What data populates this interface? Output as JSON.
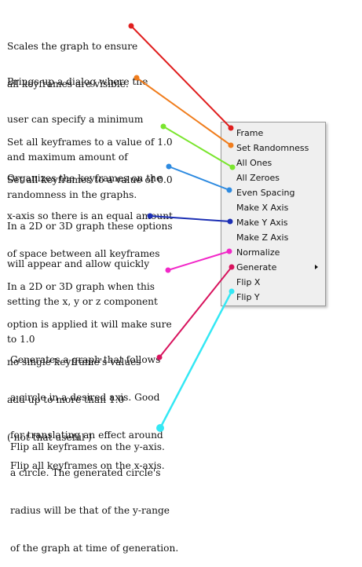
{
  "colors": {
    "red": "#e01f1f",
    "orange": "#f07d1d",
    "green": "#7ae52e",
    "blue": "#2d8ae0",
    "navy": "#1c2fb4",
    "magenta": "#f228c8",
    "crimson": "#d8145e",
    "cyan": "#34e8f4"
  },
  "annotations": [
    {
      "id": "frame",
      "lines": [
        "Scales the graph to ensure",
        "all keyframes are visible."
      ]
    },
    {
      "id": "set-randomness",
      "lines": [
        "Brings up a dialog where the",
        "user can specify a minimum",
        "and maximum amount of",
        "randomness in the graphs."
      ]
    },
    {
      "id": "all-ones-zeroes",
      "lines": [
        "Set all keyframes to a value of 1.0",
        "Set all keyframes to a value of 0.0"
      ]
    },
    {
      "id": "even-spacing",
      "lines": [
        "Organizes the keyframes on the",
        "x-axis so there is an equal amount",
        "of space between all keyframes"
      ]
    },
    {
      "id": "make-axis",
      "lines": [
        "In a 2D or 3D graph these options",
        "will appear and allow quickly",
        "setting the x, y or z component",
        "to 1.0"
      ]
    },
    {
      "id": "normalize",
      "lines": [
        "In a 2D or 3D graph when this",
        "option is applied it will make sure",
        "no single keyframe's values",
        "add up to more than 1.0",
        "( not that useful )"
      ]
    },
    {
      "id": "generate",
      "lines": [
        "Generates a graph that follows",
        "a circle in a desired axis. Good",
        "for translating an effect around",
        "a circle. The generated circle's",
        "radius will be that of the y-range",
        "of the graph at time of generation."
      ]
    },
    {
      "id": "flip-x",
      "lines": [
        "Flip all keyframes on the y-axis."
      ]
    },
    {
      "id": "flip-y",
      "lines": [
        "Flip all keyframes on the x-axis."
      ]
    }
  ],
  "menu": {
    "items": [
      {
        "label": "Frame",
        "has_submenu": false
      },
      {
        "label": "Set Randomness",
        "has_submenu": false
      },
      {
        "label": "All Ones",
        "has_submenu": false
      },
      {
        "label": "All Zeroes",
        "has_submenu": false
      },
      {
        "label": "Even Spacing",
        "has_submenu": false
      },
      {
        "label": "Make X Axis",
        "has_submenu": false
      },
      {
        "label": "Make Y Axis",
        "has_submenu": false
      },
      {
        "label": "Make Z Axis",
        "has_submenu": false
      },
      {
        "label": "Normalize",
        "has_submenu": false
      },
      {
        "label": "Generate",
        "has_submenu": true
      },
      {
        "label": "Flip X",
        "has_submenu": false
      },
      {
        "label": "Flip Y",
        "has_submenu": false
      }
    ]
  },
  "connectors": [
    {
      "target": "Frame",
      "color": "#e01f1f"
    },
    {
      "target": "Set Randomness",
      "color": "#f07d1d"
    },
    {
      "target": "All Ones",
      "color": "#7ae52e"
    },
    {
      "target": "Even Spacing",
      "color": "#2d8ae0"
    },
    {
      "target": "Make Y Axis",
      "color": "#1c2fb4"
    },
    {
      "target": "Normalize",
      "color": "#f228c8"
    },
    {
      "target": "Generate",
      "color": "#d8145e"
    },
    {
      "target": "Flip Y",
      "color": "#34e8f4"
    }
  ]
}
